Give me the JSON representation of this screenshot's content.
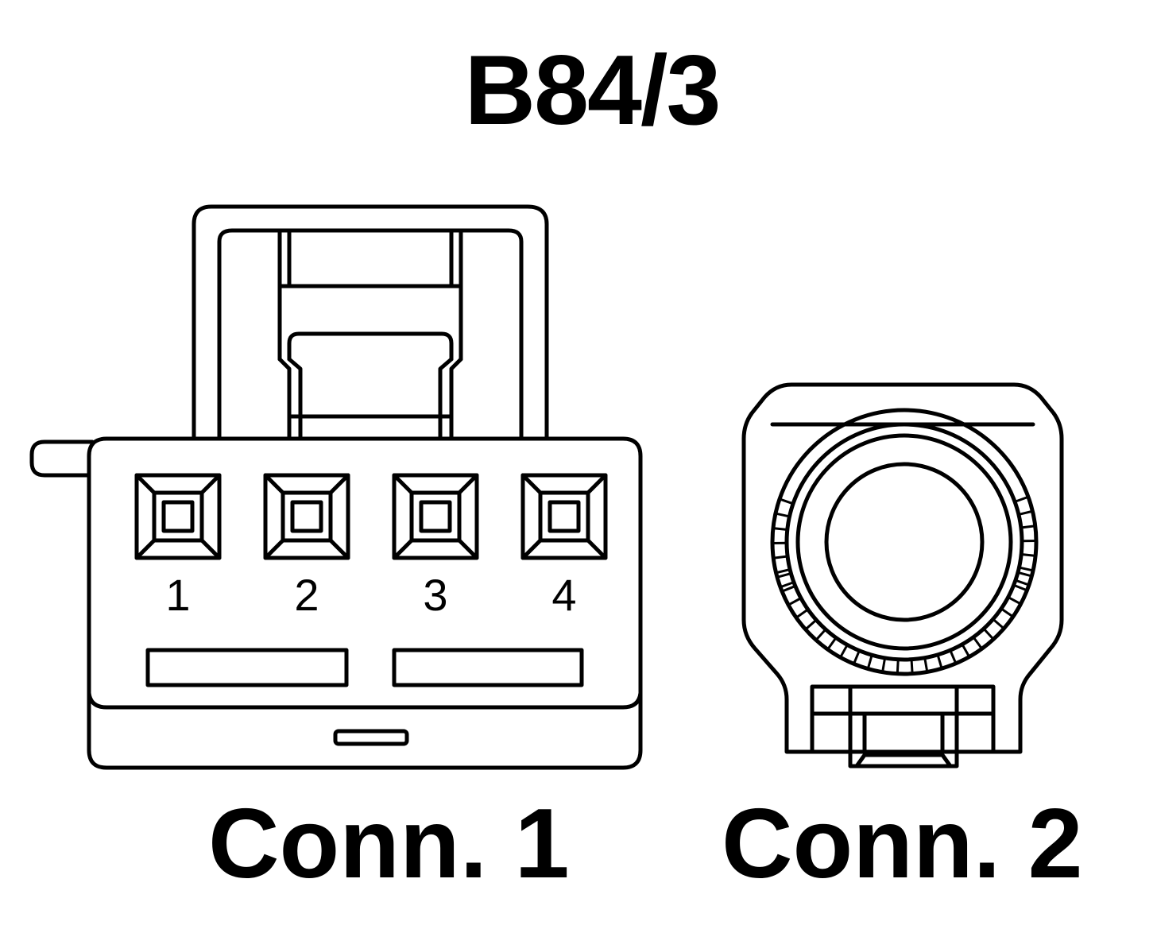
{
  "title": "B84/3",
  "connectors": [
    {
      "label": "Conn. 1",
      "pins": [
        "1",
        "2",
        "3",
        "4"
      ]
    },
    {
      "label": "Conn. 2"
    }
  ]
}
